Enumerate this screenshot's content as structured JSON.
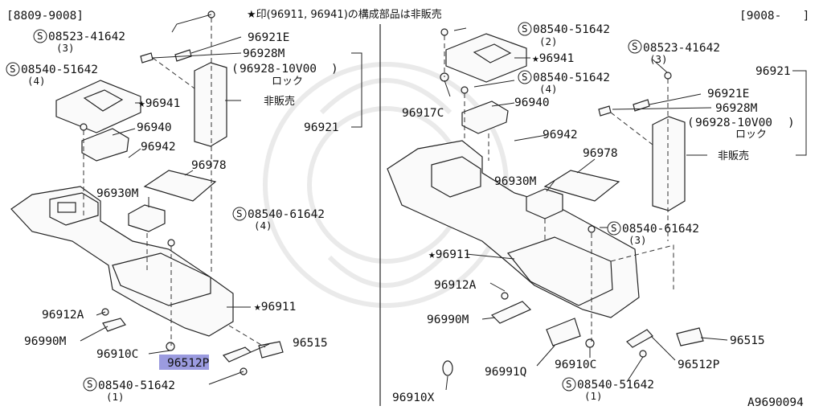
{
  "header": {
    "left_period": "[8809-9008]",
    "note": "★印(96911, 96941)の構成部品は非販売",
    "right_period": "[9008-   ]"
  },
  "left": {
    "bolt_a": {
      "code": "08523-41642",
      "qty": "(3)"
    },
    "bolt_b": {
      "code": "08540-51642",
      "qty": "(4)"
    },
    "bolt_c": {
      "code": "08540-61642",
      "qty": "(4)"
    },
    "bolt_d": {
      "code": "08540-51642",
      "qty": "(1)"
    },
    "p96921E": "96921E",
    "p96928M": "96928M",
    "sub_code": "96928-10V00",
    "sub_lock": "ロック",
    "not_sold": "非販売",
    "p96921": "96921",
    "p96941": "★96941",
    "p96940": "96940",
    "p96942": "96942",
    "p96978": "96978",
    "p96930M": "96930M",
    "p96911": "★96911",
    "p96912A": "96912A",
    "p96990M": "96990M",
    "p96910C": "96910C",
    "p96512P": "96512P",
    "p96515": "96515"
  },
  "right": {
    "bolt_a": {
      "code": "08540-51642",
      "qty": "(2)"
    },
    "bolt_b": {
      "code": "08540-51642",
      "qty": "(4)"
    },
    "bolt_c": {
      "code": "08523-41642",
      "qty": "(3)"
    },
    "bolt_d": {
      "code": "08540-61642",
      "qty": "(3)"
    },
    "bolt_e": {
      "code": "08540-51642",
      "qty": "(1)"
    },
    "p96941": "★96941",
    "p96917C": "96917C",
    "p96940": "96940",
    "p96942": "96942",
    "p96978": "96978",
    "p96930M": "96930M",
    "p96921": "96921",
    "p96921E": "96921E",
    "p96928M": "96928M",
    "sub_code": "96928-10V00",
    "sub_lock": "ロック",
    "not_sold": "非販売",
    "p96911": "★96911",
    "p96912A": "96912A",
    "p96990M": "96990M",
    "p96910C": "96910C",
    "p96991Q": "96991Q",
    "p96910X": "96910X",
    "p96512P": "96512P",
    "p96515": "96515"
  },
  "footer": {
    "figure_id": "A9690094"
  },
  "colors": {
    "highlight": "#9b9bdf",
    "line": "#222222"
  }
}
